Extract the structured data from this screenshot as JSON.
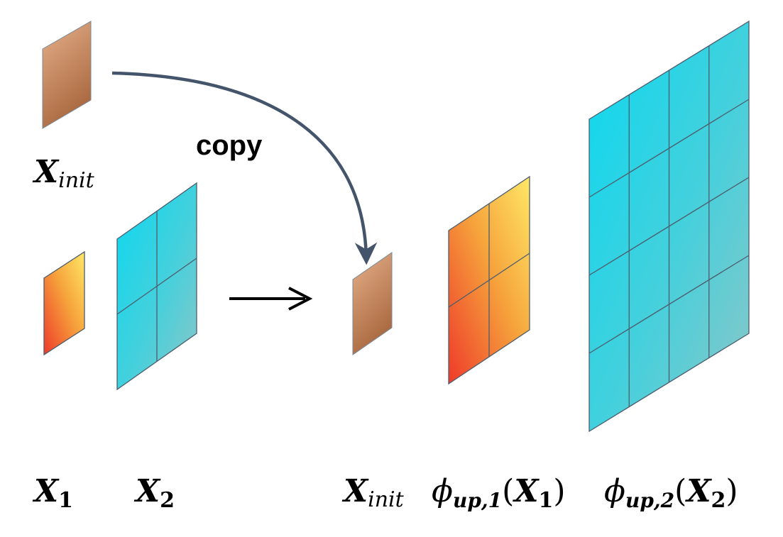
{
  "labels": {
    "copy": "copy",
    "x_init_top": {
      "base": "X",
      "sub": "init"
    },
    "x1": {
      "base": "X",
      "sub": "1"
    },
    "x2": {
      "base": "X",
      "sub": "2"
    },
    "x_init_out": {
      "base": "X",
      "sub": "init"
    },
    "phi1": {
      "phi": "ϕ",
      "sub": "up,1",
      "open": "(",
      "base": "X",
      "inner_sub": "1",
      "close": ")"
    },
    "phi2": {
      "phi": "ϕ",
      "sub": "up,2",
      "open": "(",
      "base": "X",
      "inner_sub": "2",
      "close": ")"
    }
  },
  "colors": {
    "copper_light": "#e6b08a",
    "copper_dark": "#a9683f",
    "cyan_light": "#0ad8f0",
    "cyan_mid": "#45d0dc",
    "cyan_dark": "#8ec6c6",
    "yellow": "#ffe866",
    "orange": "#f6a43c",
    "red": "#ee3a2a",
    "grid_line": "#4d5d6d",
    "copy_arrow": "#44546a",
    "main_arrow": "#000000"
  },
  "grids": {
    "x1": {
      "rows": 1,
      "cols": 1
    },
    "x2": {
      "rows": 2,
      "cols": 2
    },
    "phi1": {
      "rows": 2,
      "cols": 2
    },
    "phi2": {
      "rows": 4,
      "cols": 4
    }
  }
}
